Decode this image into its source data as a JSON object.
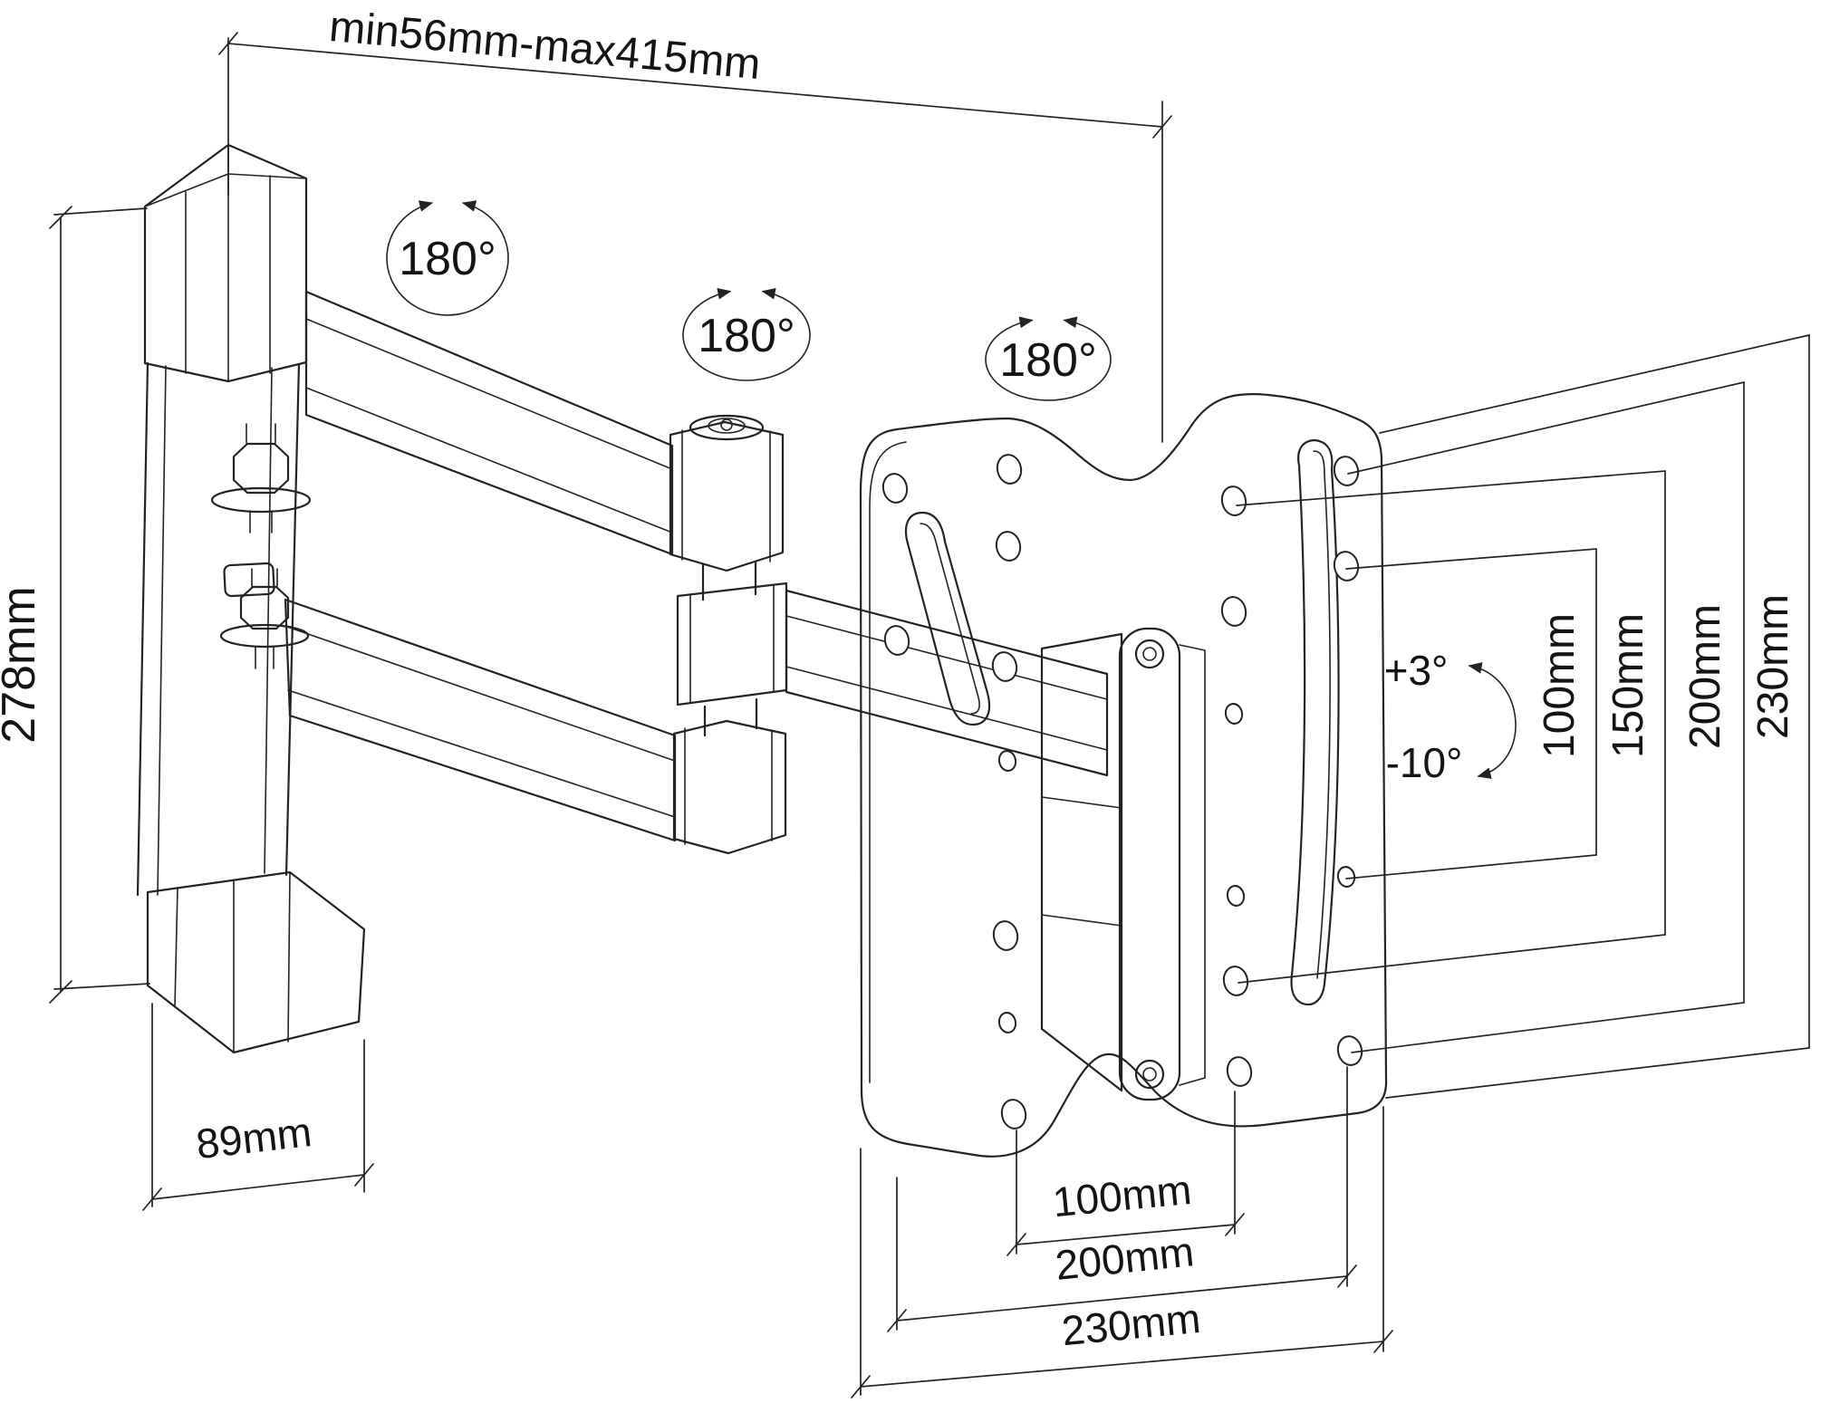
{
  "diagram": {
    "title": "articulating TV wall mount technical drawing",
    "background": "#ffffff",
    "line_color": "#232323"
  },
  "labels": {
    "extension_range": "min56mm-max415mm",
    "mount_height": "278mm",
    "wall_plate_width": "89mm",
    "bottom_width_inner": "100mm",
    "bottom_width_mid": "200mm",
    "bottom_width_outer": "230mm",
    "side_height_1": "100mm",
    "side_height_2": "150mm",
    "side_height_3": "200mm",
    "side_height_4": "230mm",
    "swivel_wall": "180°",
    "swivel_arm": "180°",
    "swivel_plate": "180°",
    "tilt_up": "+3°",
    "tilt_down": "-10°"
  }
}
